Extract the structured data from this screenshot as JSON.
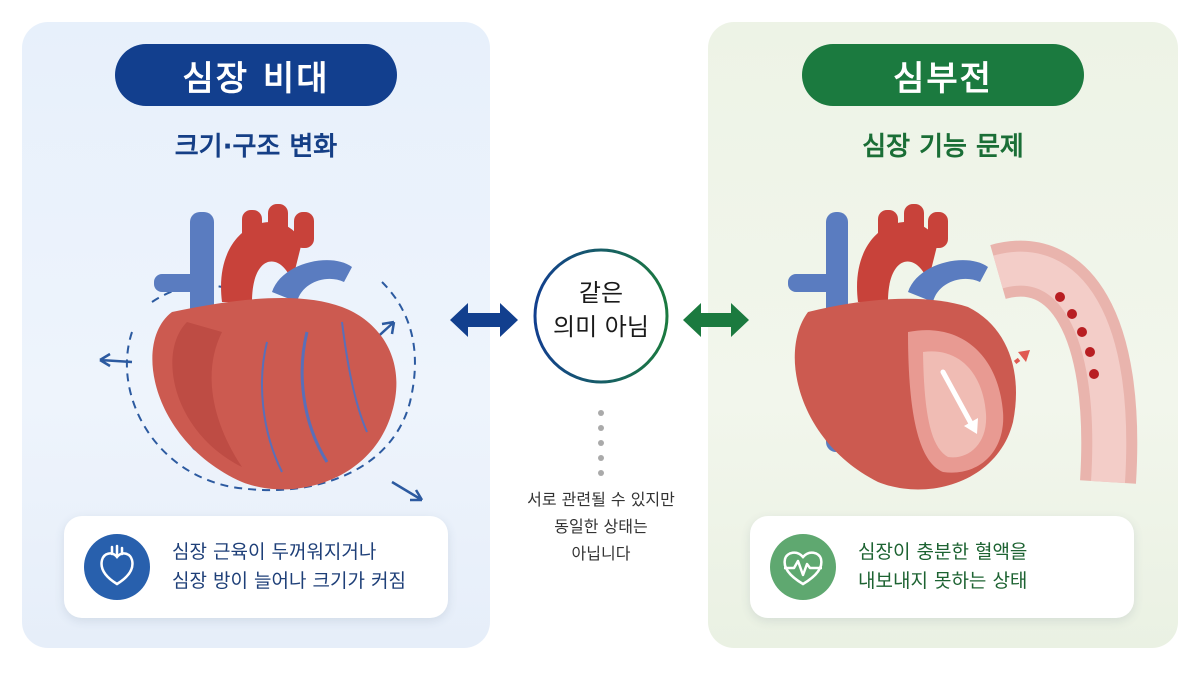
{
  "left": {
    "title": "심장 비대",
    "subtitle": "크기·구조 변화",
    "description_line1": "심장 근육이 두꺼워지거나",
    "description_line2": "심장 방이 늘어나 크기가 커짐",
    "icon": "heart-outline-icon",
    "accent_color": "#123f8e"
  },
  "right": {
    "title": "심부전",
    "subtitle": "심장 기능 문제",
    "description_line1": "심장이 충분한 혈액을",
    "description_line2": "내보내지 못하는 상태",
    "icon": "heartbeat-icon",
    "accent_color": "#1b7a3f"
  },
  "center": {
    "label_line1": "같은",
    "label_line2": "의미 아님",
    "note_line1": "서로 관련될 수 있지만",
    "note_line2": "동일한 상태는",
    "note_line3": "아닙니다"
  }
}
